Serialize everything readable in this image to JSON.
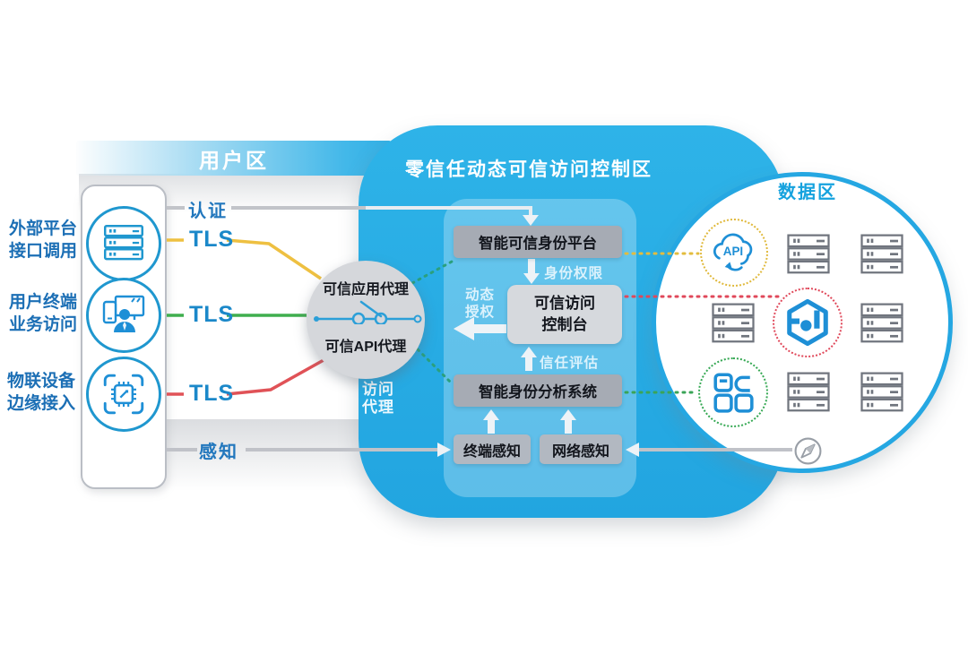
{
  "user_zone": {
    "title": "用户区",
    "devices": [
      {
        "line1": "外部平台",
        "line2": "接口调用",
        "icon": "server-icon"
      },
      {
        "line1": "用户终端",
        "line2": "业务访问",
        "icon": "user-terminal-icon"
      },
      {
        "line1": "物联设备",
        "line2": "边缘接入",
        "icon": "iot-chip-icon"
      }
    ]
  },
  "links": {
    "auth": "认证",
    "tls_api": "TLS",
    "tls_user": "TLS",
    "tls_iot": "TLS",
    "sense": "感知"
  },
  "proxy": {
    "app_proxy": "可信应用代理",
    "api_proxy": "可信API代理",
    "side_line1": "访问",
    "side_line2": "代理"
  },
  "control_zone": {
    "title": "零信任动态可信访问控制区",
    "identity_platform": "智能可信身份平台",
    "identity_permission": "身份权限",
    "console_line1": "可信访问",
    "console_line2": "控制台",
    "dynamic_line1": "动态",
    "dynamic_line2": "授权",
    "trust_eval": "信任评估",
    "analysis_system": "智能身份分析系统",
    "terminal_sense": "终端感知",
    "network_sense": "网络感知"
  },
  "data_zone": {
    "title": "数据区",
    "api_label": "API"
  },
  "colors": {
    "zone_blue": "#29ace3",
    "accent_blue": "#1e8fd6",
    "line_yellow": "#eec041",
    "line_green": "#3fae4e",
    "line_red": "#e05257",
    "line_gray": "#c2c4c9",
    "dotted_teal": "#2aa07d"
  }
}
